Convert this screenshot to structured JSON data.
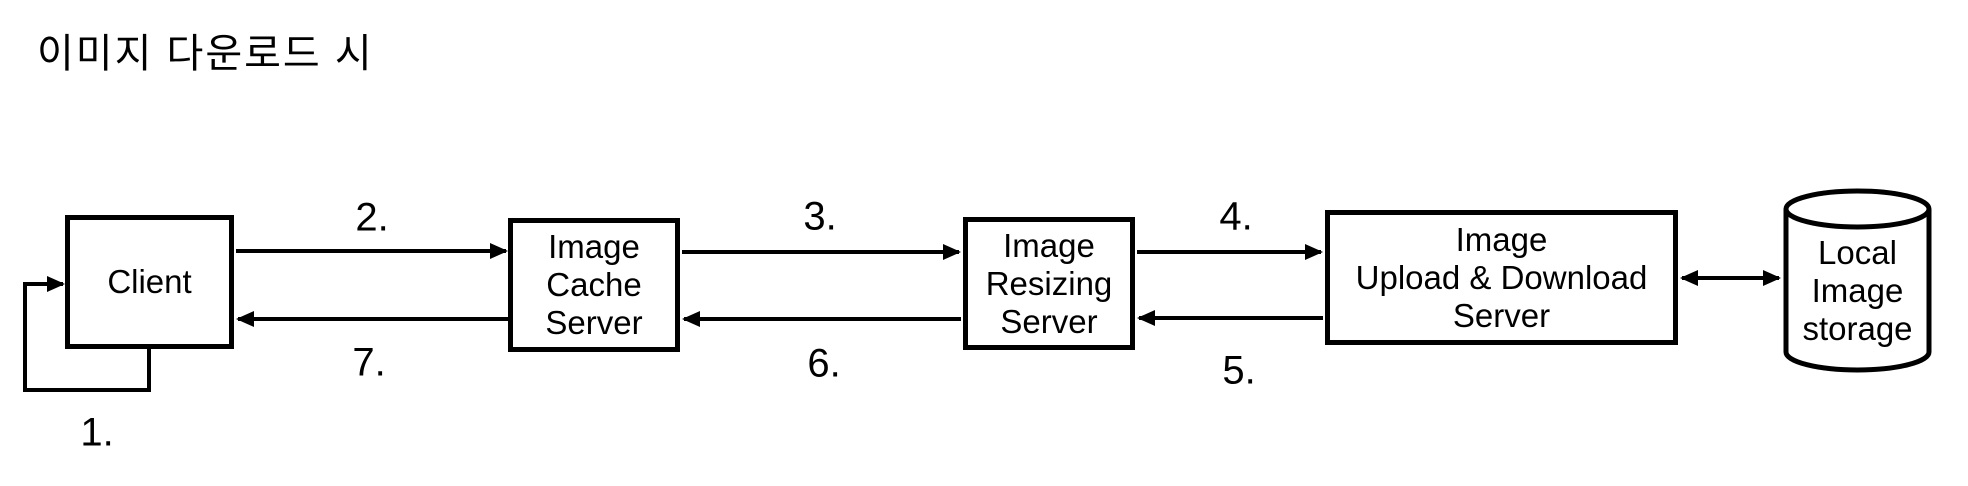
{
  "title": "이미지 다운로드 시",
  "colors": {
    "ink": "#000000",
    "background": "#ffffff"
  },
  "nodes": {
    "client": {
      "lines": [
        "Client"
      ]
    },
    "cache": {
      "lines": [
        "Image",
        "Cache",
        "Server"
      ]
    },
    "resizing": {
      "lines": [
        "Image",
        "Resizing",
        "Server"
      ]
    },
    "upload": {
      "lines": [
        "Image",
        "Upload & Download",
        "Server"
      ]
    },
    "storage": {
      "lines": [
        "Local",
        "Image",
        "storage"
      ]
    }
  },
  "steps": [
    "1.",
    "2.",
    "3.",
    "4.",
    "5.",
    "6.",
    "7."
  ]
}
